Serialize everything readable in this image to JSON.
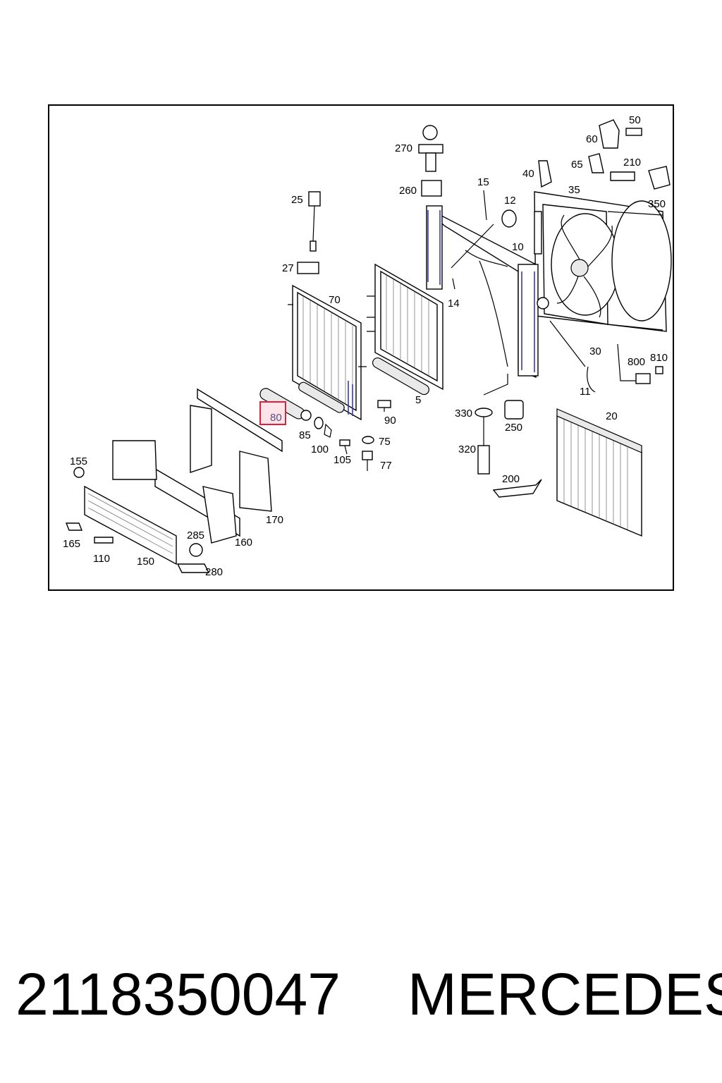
{
  "diagram": {
    "highlighted_part": "80",
    "labels": {
      "p5": "5",
      "p10": "10",
      "p11": "11",
      "p12": "12",
      "p14": "14",
      "p15": "15",
      "p20": "20",
      "p25": "25",
      "p27": "27",
      "p30": "30",
      "p35": "35",
      "p40": "40",
      "p50": "50",
      "p60": "60",
      "p65": "65",
      "p70": "70",
      "p75": "75",
      "p77": "77",
      "p80": "80",
      "p85": "85",
      "p90": "90",
      "p100": "100",
      "p105": "105",
      "p110": "110",
      "p150": "150",
      "p155": "155",
      "p160": "160",
      "p165": "165",
      "p170": "170",
      "p200": "200",
      "p210": "210",
      "p250": "250",
      "p260": "260",
      "p270": "270",
      "p280": "280",
      "p285": "285",
      "p320": "320",
      "p330": "330",
      "p350": "350",
      "p800": "800",
      "p810": "810"
    }
  },
  "footer": {
    "part_number": "2118350047",
    "brand": "MERCEDES"
  },
  "colors": {
    "highlight_border": "#e0203a",
    "highlight_fill": "#fce4e8",
    "highlight_text": "#5b4a86",
    "accent_line": "#3a3aa8"
  }
}
